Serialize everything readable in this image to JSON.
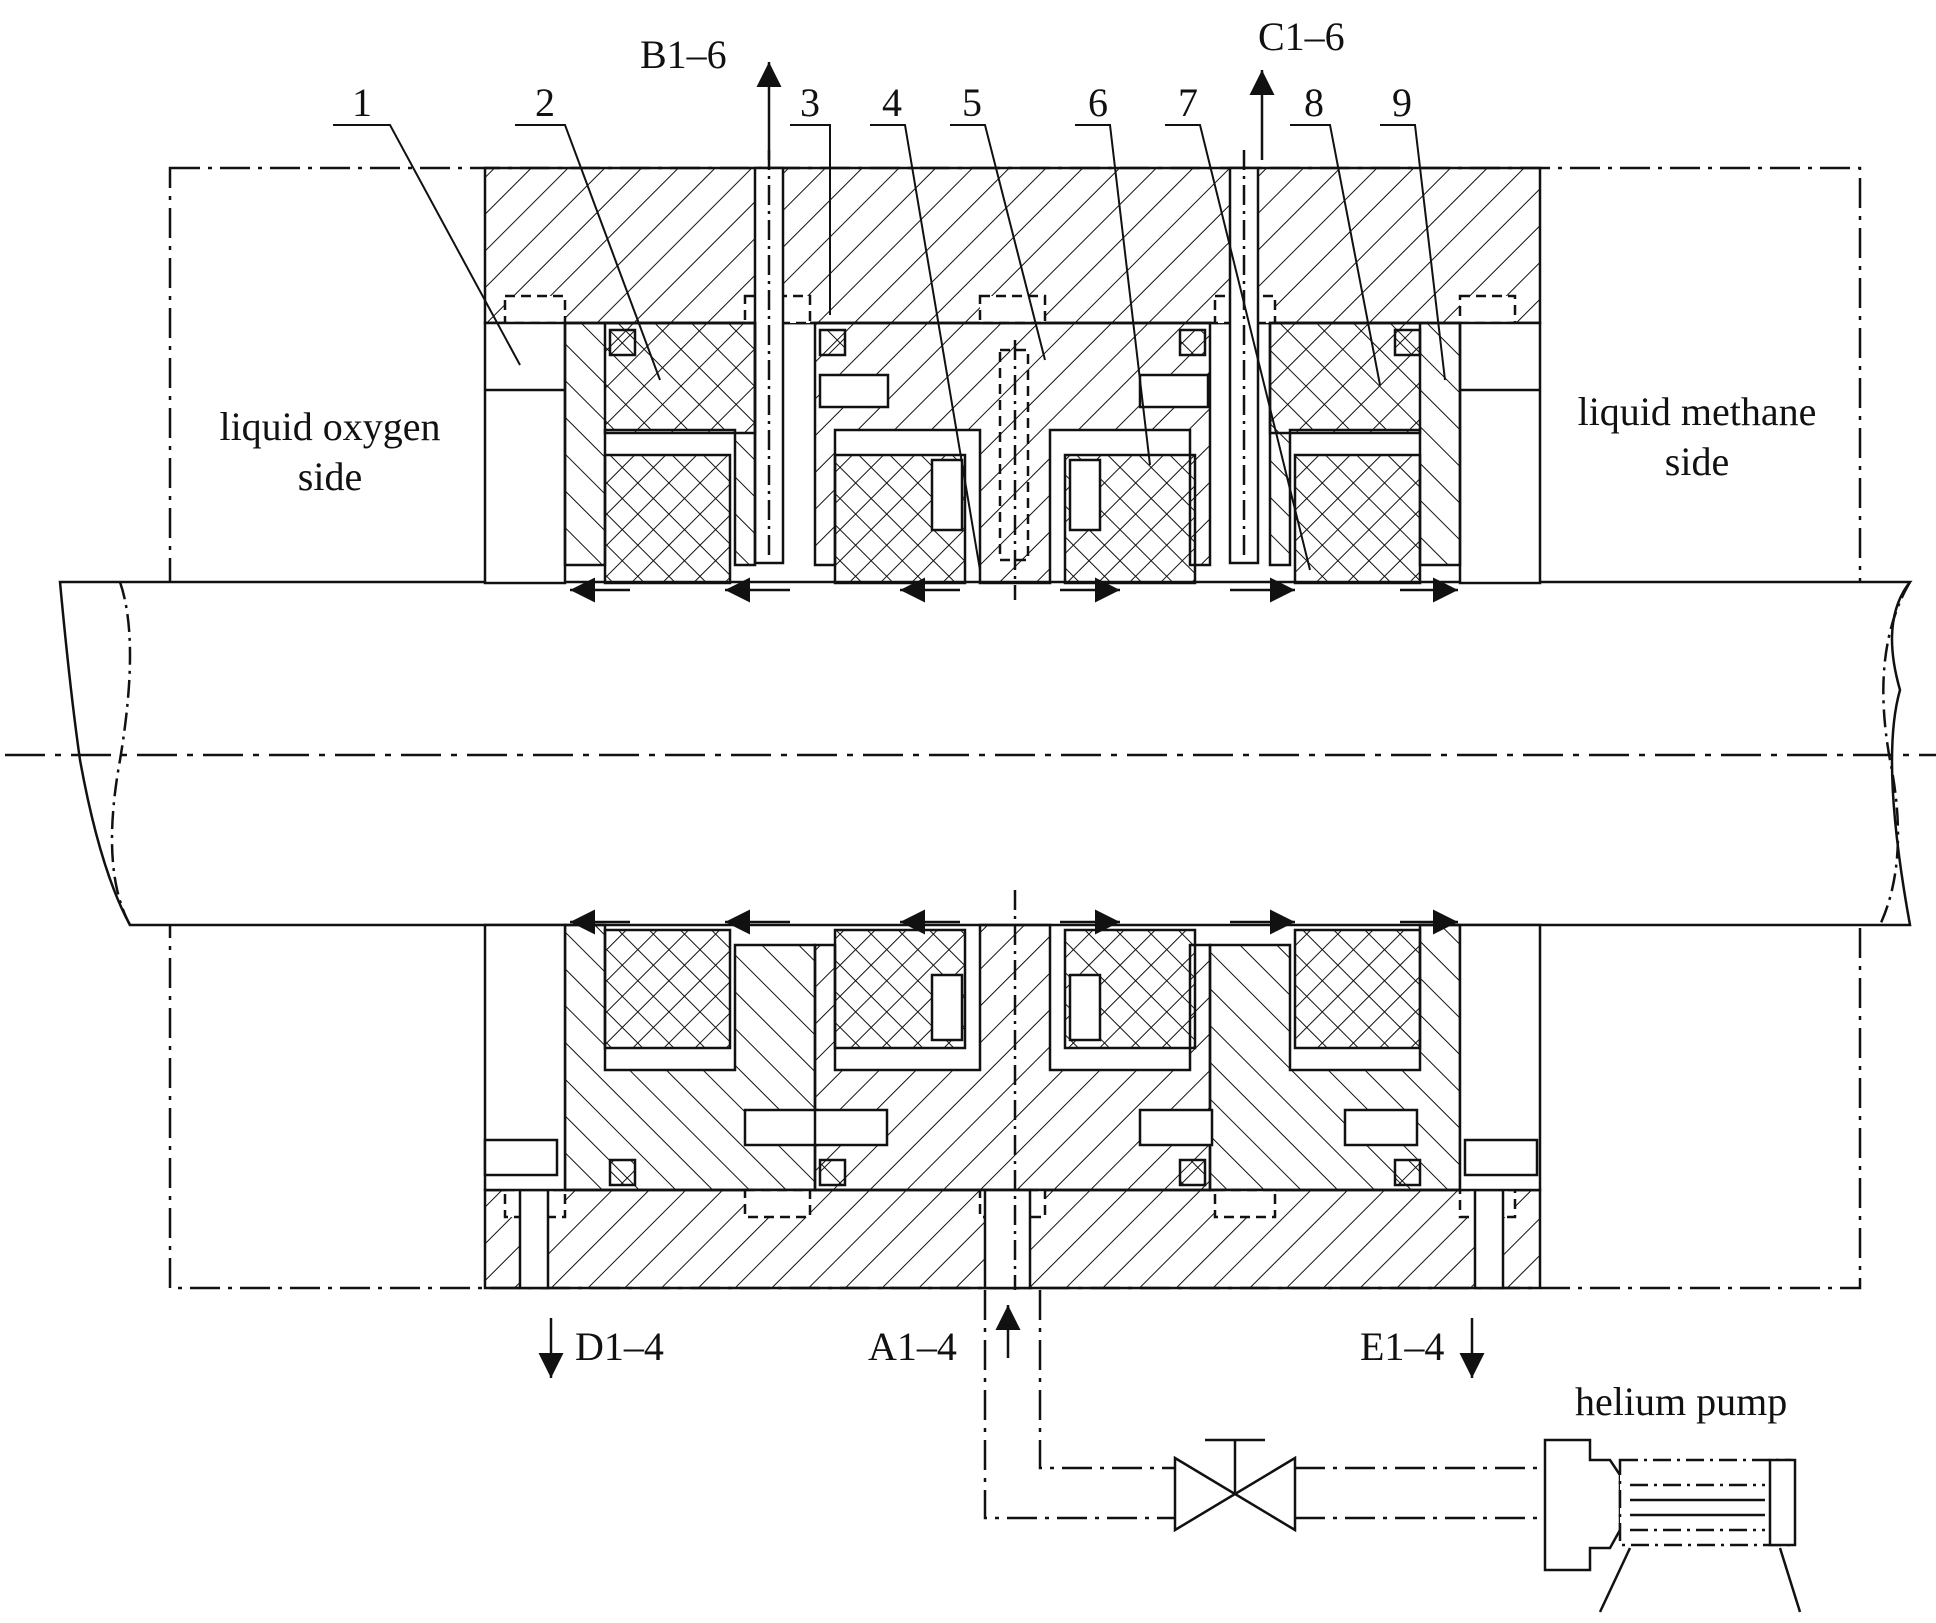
{
  "parts": [
    "1",
    "2",
    "3",
    "4",
    "5",
    "6",
    "7",
    "8",
    "9"
  ],
  "ports": {
    "top_left": "B1–6",
    "top_right": "C1–6",
    "bottom_left": "D1–4",
    "bottom_center": "A1–4",
    "bottom_right": "E1–4"
  },
  "sides": {
    "left_line1": "liquid oxygen",
    "left_line2": "side",
    "right_line1": "liquid methane",
    "right_line2": "side"
  },
  "pump_label": "helium pump",
  "colors": {
    "line": "#111111",
    "background": "#ffffff"
  }
}
